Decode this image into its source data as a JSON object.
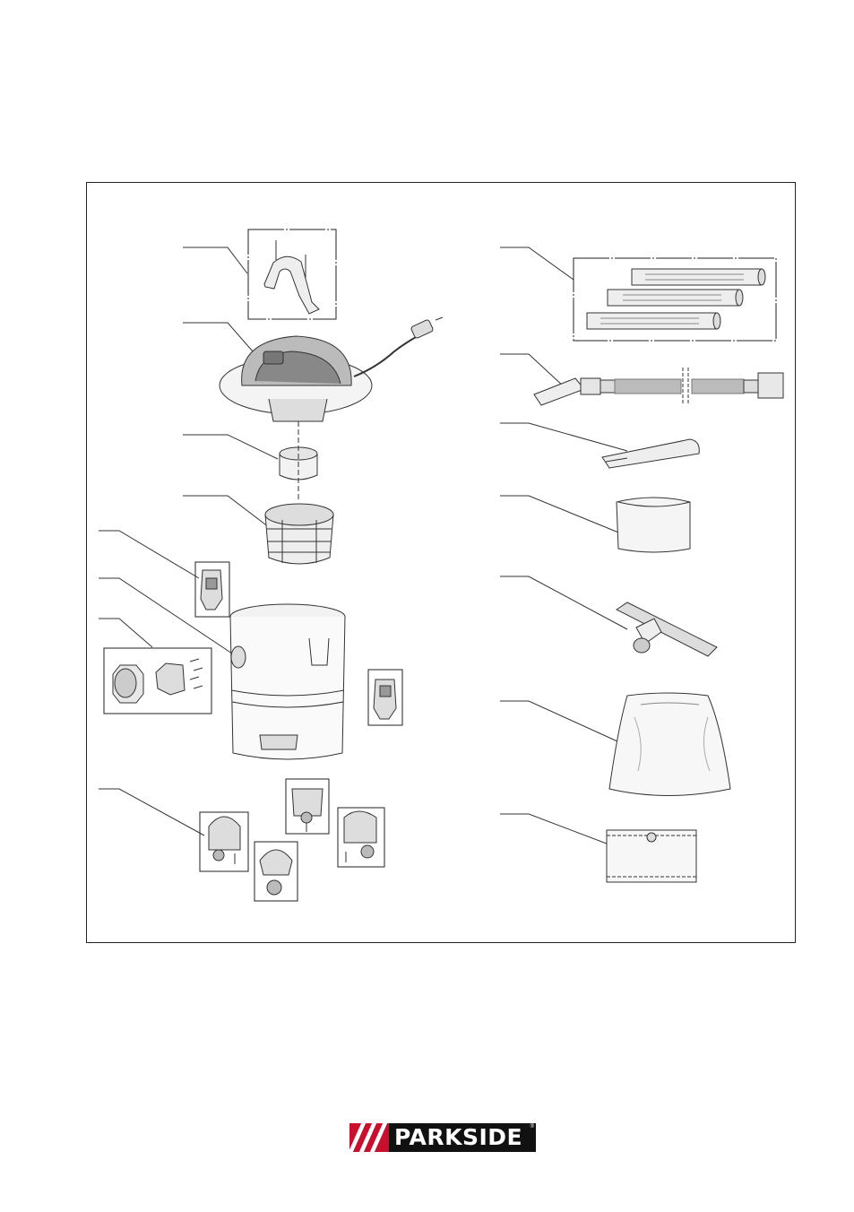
{
  "brand": {
    "name": "PARKSIDE",
    "mark": "///",
    "colors": {
      "red": "#c8102e",
      "black": "#111111",
      "white": "#ffffff"
    }
  },
  "diagram": {
    "description_free": true,
    "parts_left": [
      "handle",
      "motor-head",
      "foam-filter",
      "filter-cage",
      "clip-left",
      "tank",
      "blower-connector",
      "clip-right",
      "castors"
    ],
    "parts_right": [
      "extension-tubes",
      "suction-hose",
      "crevice-nozzle",
      "filter-cartridge",
      "floor-nozzle",
      "dust-bag",
      "filter-bag"
    ]
  }
}
